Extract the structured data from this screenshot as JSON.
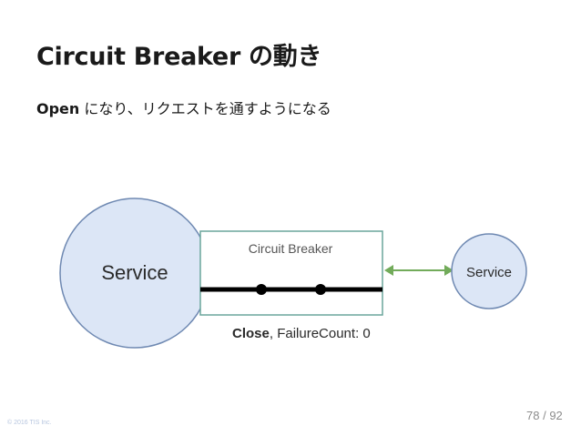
{
  "slide": {
    "title": "Circuit Breaker の動き",
    "subtitle_bold": "Open",
    "subtitle_rest": " になり、リクエストを通すようになる"
  },
  "diagram": {
    "left_service_label": "Service",
    "right_service_label": "Service",
    "breaker_label": "Circuit Breaker",
    "status_bold": "Close",
    "status_rest": ", FailureCount: 0"
  },
  "colors": {
    "service_fill": "#dce6f6",
    "service_stroke": "#6f89b2",
    "breaker_border": "#6aa59c",
    "arrow": "#72ab5a"
  },
  "footer": {
    "copyright": "© 2016 TIS Inc.",
    "page_current": "78",
    "page_separator": " / ",
    "page_total": "92"
  }
}
